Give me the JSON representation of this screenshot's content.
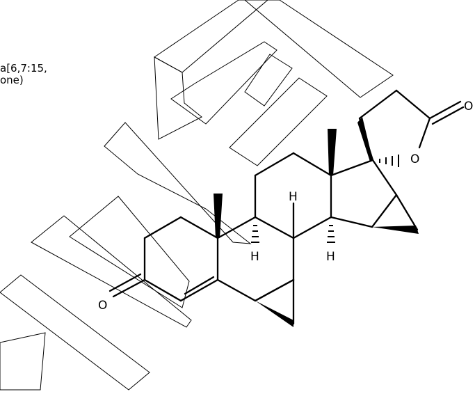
{
  "caption": {
    "line1": "a[6,7:15,",
    "line2": "one)"
  },
  "atoms": {
    "ketone_oxygen": "O",
    "lactone_ring_oxygen": "O",
    "lactone_carbonyl_oxygen": "O",
    "hydrogen_a": "H",
    "hydrogen_b": "H",
    "hydrogen_c": "H"
  },
  "colors": {
    "ink": "#000000",
    "background": "#ffffff"
  }
}
